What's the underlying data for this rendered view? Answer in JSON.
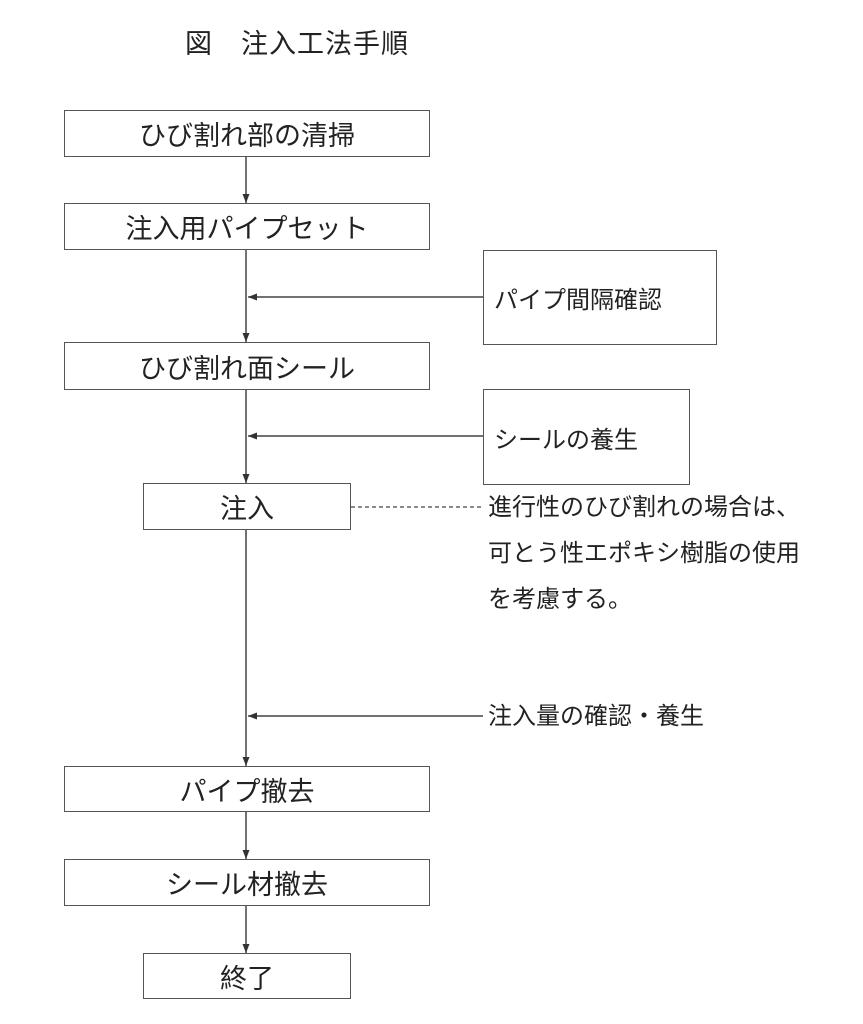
{
  "title": "図　注入工法手順",
  "steps": [
    "ひび割れ部の清掃",
    "注入用パイプセット",
    "ひび割れ面シール",
    "注入",
    "パイプ撤去",
    "シール材撤去",
    "終了"
  ],
  "side_checks": [
    "パイプ間隔確認",
    "シールの養生",
    "注入量の確認・養生"
  ],
  "note_lines": [
    "進行性のひび割れの場合は、",
    "可とう性エポキシ樹脂の使用",
    "を考慮する。"
  ]
}
